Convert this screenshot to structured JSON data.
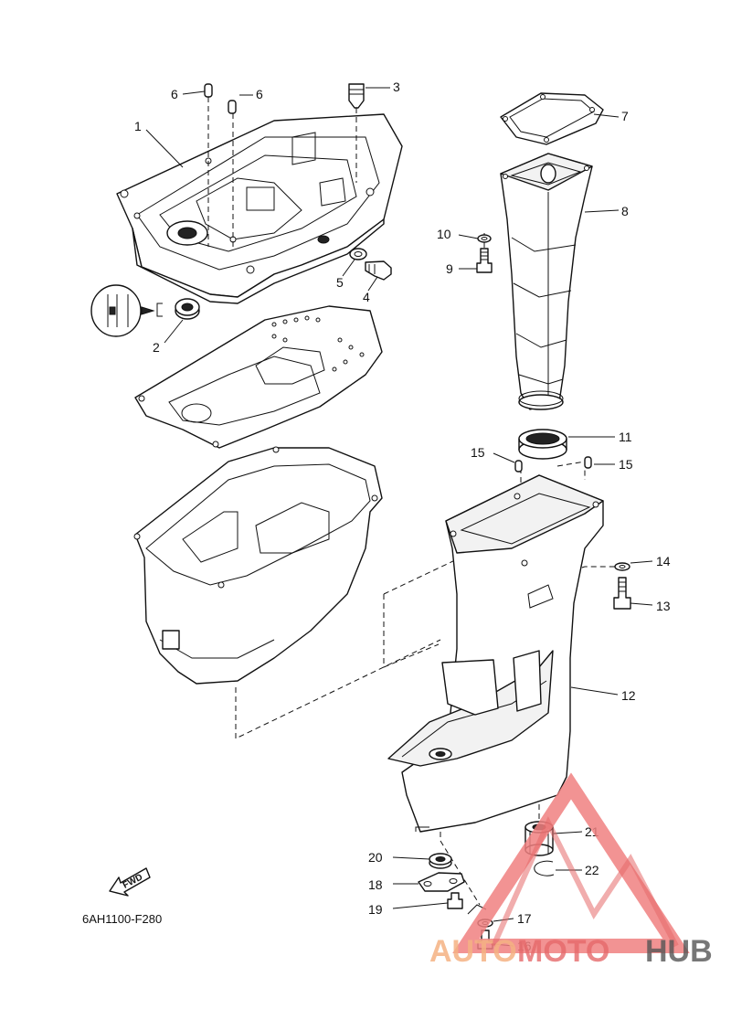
{
  "diagram_code": "6AH1100-F280",
  "fwd_label": "FWD",
  "callouts": {
    "c1": "1",
    "c2": "2",
    "c3": "3",
    "c4": "4",
    "c5": "5",
    "c6a": "6",
    "c6b": "6",
    "c7": "7",
    "c8": "8",
    "c9": "9",
    "c10": "10",
    "c11": "11",
    "c12": "12",
    "c13": "13",
    "c14": "14",
    "c15a": "15",
    "c15b": "15",
    "c16": "16",
    "c17": "17",
    "c18": "18",
    "c19": "19",
    "c20": "20",
    "c21": "21",
    "c22": "22"
  },
  "watermark": {
    "part1": "AUTO",
    "part2": "MOTO",
    "part3": "HUB",
    "colors": {
      "auto": "#f4b183",
      "moto": "#e5696a",
      "hub": "#555555",
      "triangle": "#f08080"
    }
  }
}
